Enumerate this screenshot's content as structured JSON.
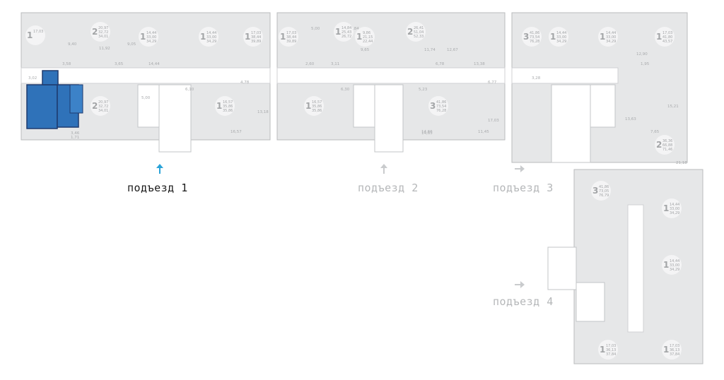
{
  "colors": {
    "highlight": "#2f72b9",
    "highlight_dark": "#1e3a6e",
    "accent_arrow": "#2aa3d8",
    "inactive_arrow": "#c9cbcd"
  },
  "entrances": [
    {
      "label": "подъезд 1",
      "active": true
    },
    {
      "label": "подъезд 2",
      "active": false
    },
    {
      "label": "подъезд 3",
      "active": false
    },
    {
      "label": "подъезд 4",
      "active": false
    }
  ],
  "apartments": [
    {
      "id": "a1",
      "rooms": "1",
      "areas": [
        "17,03",
        "36,13",
        "37,84"
      ],
      "highlighted": true
    },
    {
      "id": "a2",
      "rooms": "2",
      "areas": [
        "20,97",
        "32,72",
        "34,01"
      ]
    },
    {
      "id": "a3",
      "rooms": "2",
      "areas": [
        "20,97",
        "32,72",
        "34,01"
      ]
    },
    {
      "id": "a4",
      "rooms": "1",
      "areas": [
        "17,03"
      ]
    },
    {
      "id": "a5",
      "rooms": "1",
      "areas": [
        "14,44",
        "33,00",
        "34,29"
      ]
    },
    {
      "id": "a6",
      "rooms": "1",
      "areas": [
        "14,44",
        "33,00",
        "34,29"
      ]
    },
    {
      "id": "a7",
      "rooms": "1",
      "areas": [
        "17,03",
        "38,44",
        "39,89"
      ]
    },
    {
      "id": "a8",
      "rooms": "1",
      "areas": [
        "16,57",
        "35,86",
        "35,86"
      ]
    },
    {
      "id": "a9",
      "rooms": "1",
      "areas": [
        "17,03",
        "38,44",
        "39,89"
      ]
    },
    {
      "id": "a10",
      "rooms": "1",
      "areas": [
        "14,84",
        "25,43",
        "26,72"
      ]
    },
    {
      "id": "a11",
      "rooms": "1",
      "areas": [
        "9,86",
        "21,15",
        "22,44"
      ]
    },
    {
      "id": "a12",
      "rooms": "2",
      "areas": [
        "26,41",
        "51,04",
        "52,33"
      ]
    },
    {
      "id": "a13",
      "rooms": "1",
      "areas": [
        "16,57",
        "35,86",
        "35,86"
      ]
    },
    {
      "id": "a14",
      "rooms": "3",
      "areas": [
        "41,86",
        "73,54",
        "76,28"
      ]
    },
    {
      "id": "a15",
      "rooms": "3",
      "areas": [
        "41,86",
        "73,54",
        "76,28"
      ]
    },
    {
      "id": "a16",
      "rooms": "1",
      "areas": [
        "14,44",
        "33,00",
        "34,29"
      ]
    },
    {
      "id": "a17",
      "rooms": "1",
      "areas": [
        "14,44",
        "33,00",
        "34,29"
      ]
    },
    {
      "id": "a18",
      "rooms": "1",
      "areas": [
        "17,03",
        "41,80",
        "43,57"
      ]
    },
    {
      "id": "a19",
      "rooms": "2",
      "areas": [
        "36,36",
        "66,88",
        "71,46"
      ]
    },
    {
      "id": "a20",
      "rooms": "3",
      "areas": [
        "41,86",
        "73,05",
        "76,79"
      ]
    },
    {
      "id": "a21",
      "rooms": "1",
      "areas": [
        "14,44",
        "33,00",
        "34,29"
      ]
    },
    {
      "id": "a22",
      "rooms": "1",
      "areas": [
        "14,44",
        "33,00",
        "34,29"
      ]
    },
    {
      "id": "a23",
      "rooms": "1",
      "areas": [
        "17,03",
        "36,13",
        "37,84"
      ]
    },
    {
      "id": "a24",
      "rooms": "1",
      "areas": [
        "17,03",
        "36,13",
        "37,84"
      ]
    }
  ],
  "room_areas": [
    "3,02",
    "3,58",
    "9,40",
    "17,03",
    "3,46",
    "1,71",
    "11,92",
    "9,05",
    "5,00",
    "3,65",
    "14,44",
    "6,10",
    "4,78",
    "16,57",
    "13,18",
    "5,00",
    "9,65",
    "14,84",
    "2,60",
    "3,11",
    "6,30",
    "5,23",
    "6,78",
    "11,74",
    "12,67",
    "13,38",
    "6,77",
    "14,66",
    "11,45",
    "12,90",
    "13,63",
    "15,21",
    "21,18",
    "1,95",
    "3,28",
    "7,65",
    "14,65",
    "17,03"
  ]
}
